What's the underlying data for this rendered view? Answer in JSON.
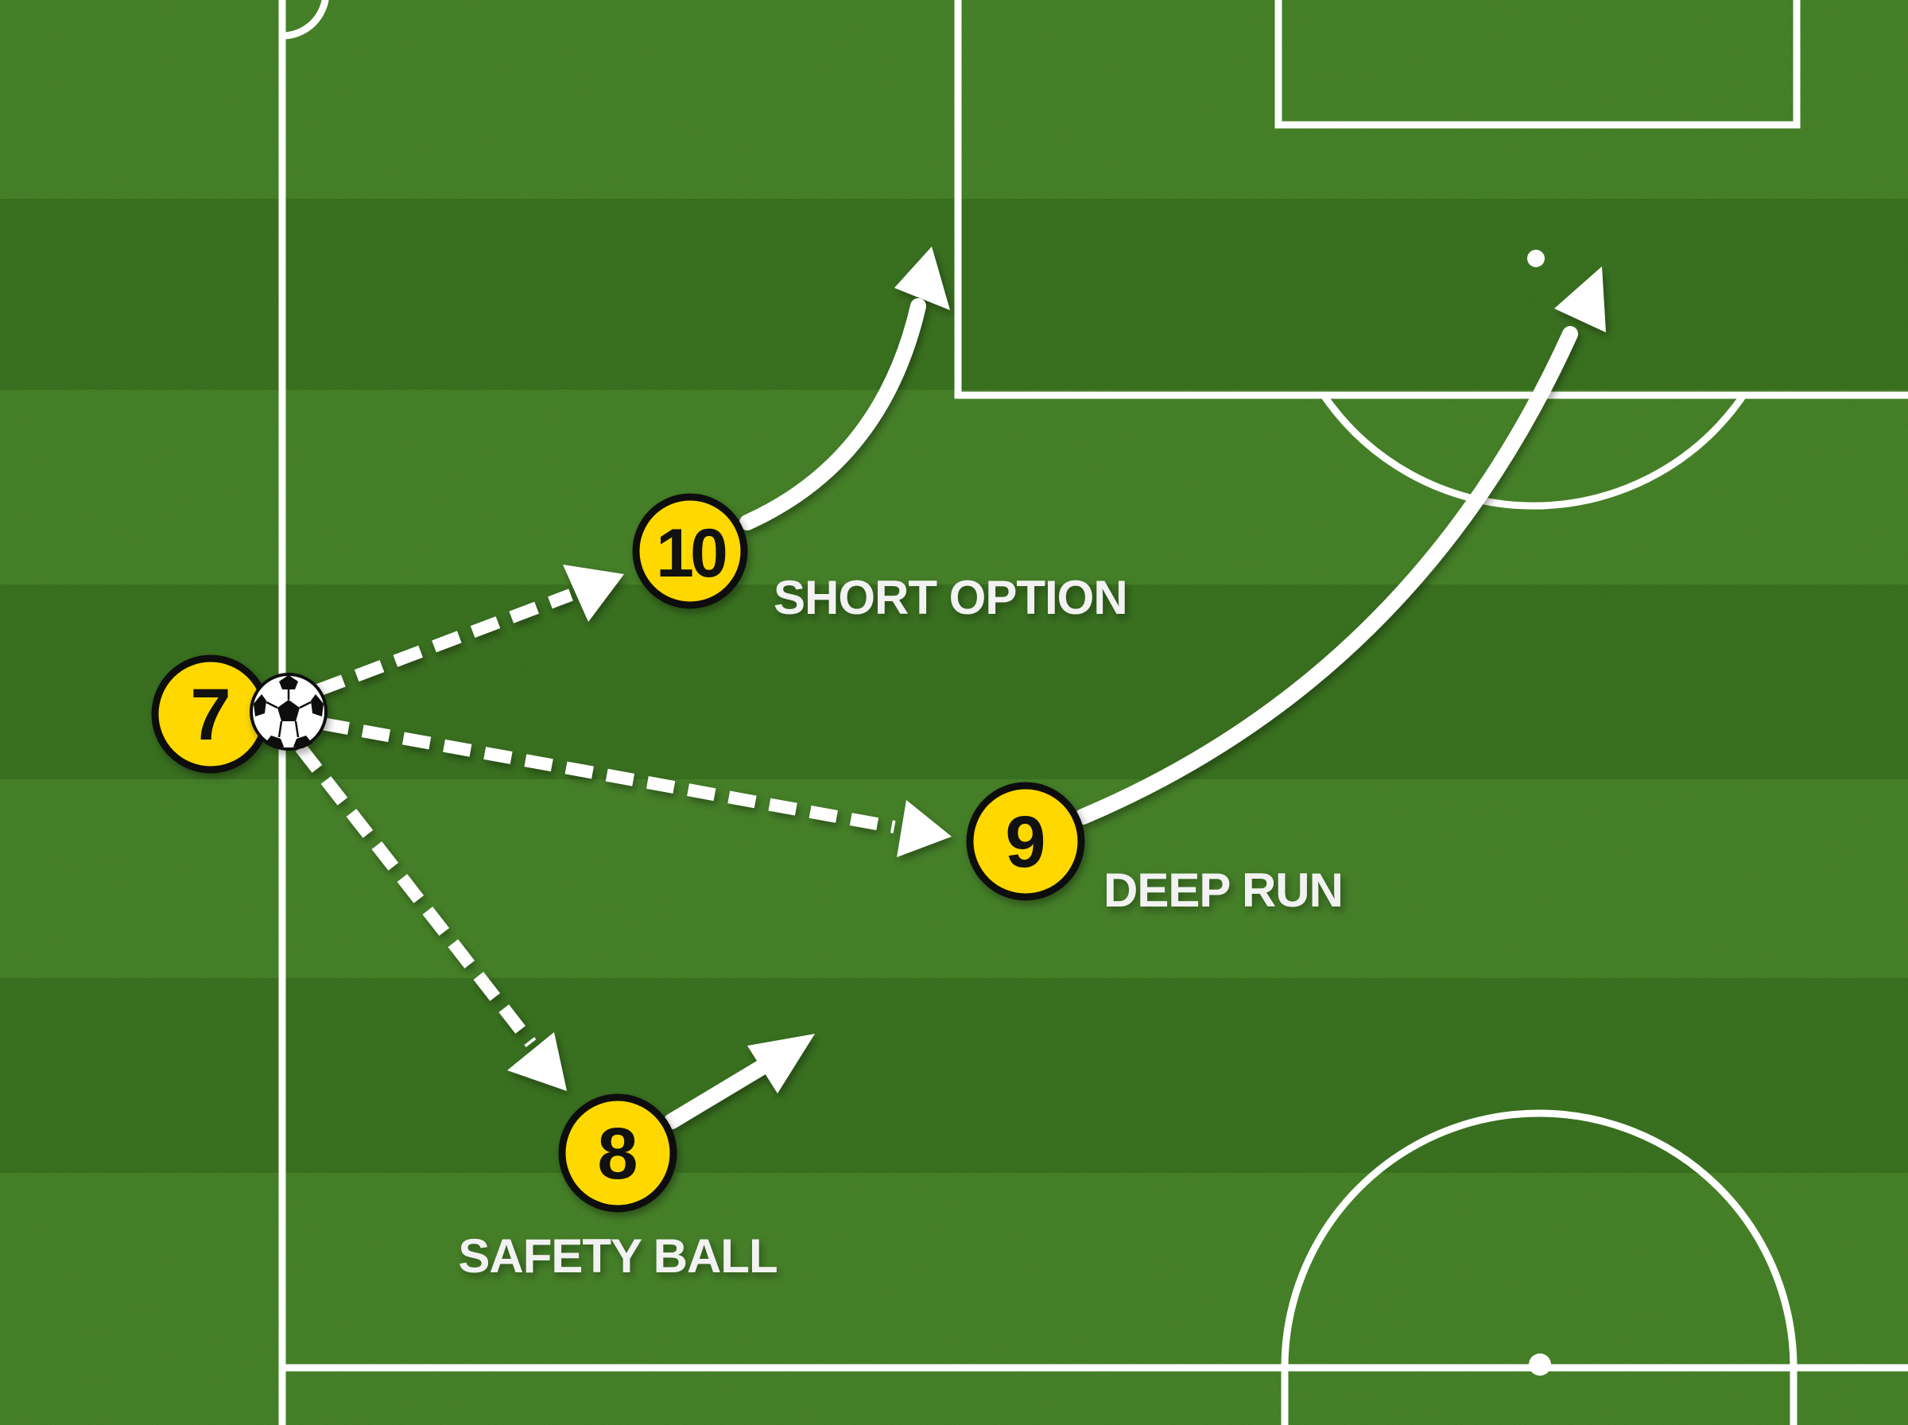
{
  "colors": {
    "stripe_light": "#4a8a2a",
    "stripe_dark": "#3e7a22",
    "lines": "#ffffff",
    "player_fill": "#ffd800",
    "player_border": "#111111",
    "number": "#111111",
    "label": "#f2f2f2"
  },
  "players": [
    {
      "number": "7",
      "role": "ball carrier"
    },
    {
      "number": "10",
      "label": "SHORT OPTION"
    },
    {
      "number": "9",
      "label": "DEEP RUN"
    },
    {
      "number": "8",
      "label": "SAFETY BALL"
    }
  ],
  "icons": {
    "ball": "soccer-ball-icon",
    "pass": "dashed-arrow",
    "run": "curved-arrow"
  }
}
